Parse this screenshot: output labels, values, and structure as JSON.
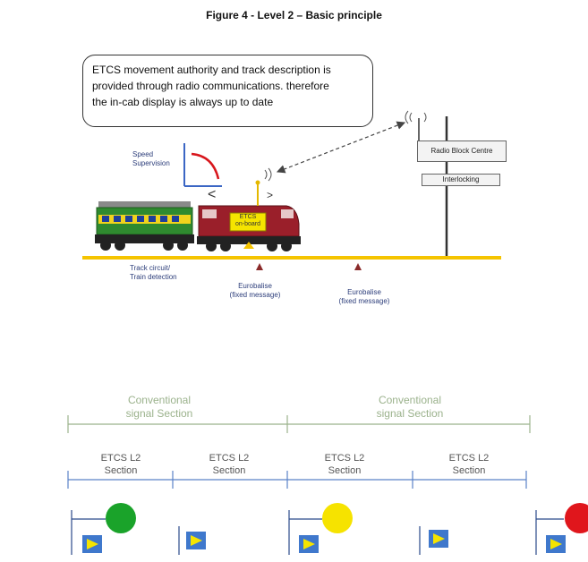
{
  "figure": {
    "title": "Figure 4 -  Level 2 – Basic principle"
  },
  "callout": {
    "line1": "ETCS movement authority and track description is",
    "line2": "provided through radio communications.  therefore",
    "line3": "the in-cab display is always up to date"
  },
  "speed_supervision": {
    "line1": "Speed",
    "line2": "Supervision"
  },
  "onboard": {
    "line1": "ETCS",
    "line2": "on-board"
  },
  "rbc": {
    "label": "Radio Block Centre"
  },
  "interlocking": {
    "label": "Interlocking"
  },
  "track_circuit": {
    "line1": "Track circuit/",
    "line2": "Train detection"
  },
  "eurobalise": [
    {
      "line1": "Eurobalise",
      "line2": "(fixed message)"
    },
    {
      "line1": "Eurobalise",
      "line2": "(fixed message)"
    }
  ],
  "sections": {
    "conventional": [
      {
        "line1": "Conventional",
        "line2": "signal Section"
      },
      {
        "line1": "Conventional",
        "line2": "signal Section"
      }
    ],
    "etcs_l2": [
      {
        "line1": "ETCS L2",
        "line2": "Section"
      },
      {
        "line1": "ETCS L2",
        "line2": "Section"
      },
      {
        "line1": "ETCS L2",
        "line2": "Section"
      },
      {
        "line1": "ETCS L2",
        "line2": "Section"
      }
    ]
  },
  "colors": {
    "track": "#f5c400",
    "signal_green": "#1aa32a",
    "signal_yellow": "#f6e300",
    "signal_red": "#e0161c",
    "coach_green": "#2f8a2f",
    "loco_red": "#9a1f2a",
    "balise": "#8a2a2a",
    "axis_blue": "#3b66c4",
    "section_line": "#5a82c8",
    "conventional_line": "#9bb28c"
  }
}
